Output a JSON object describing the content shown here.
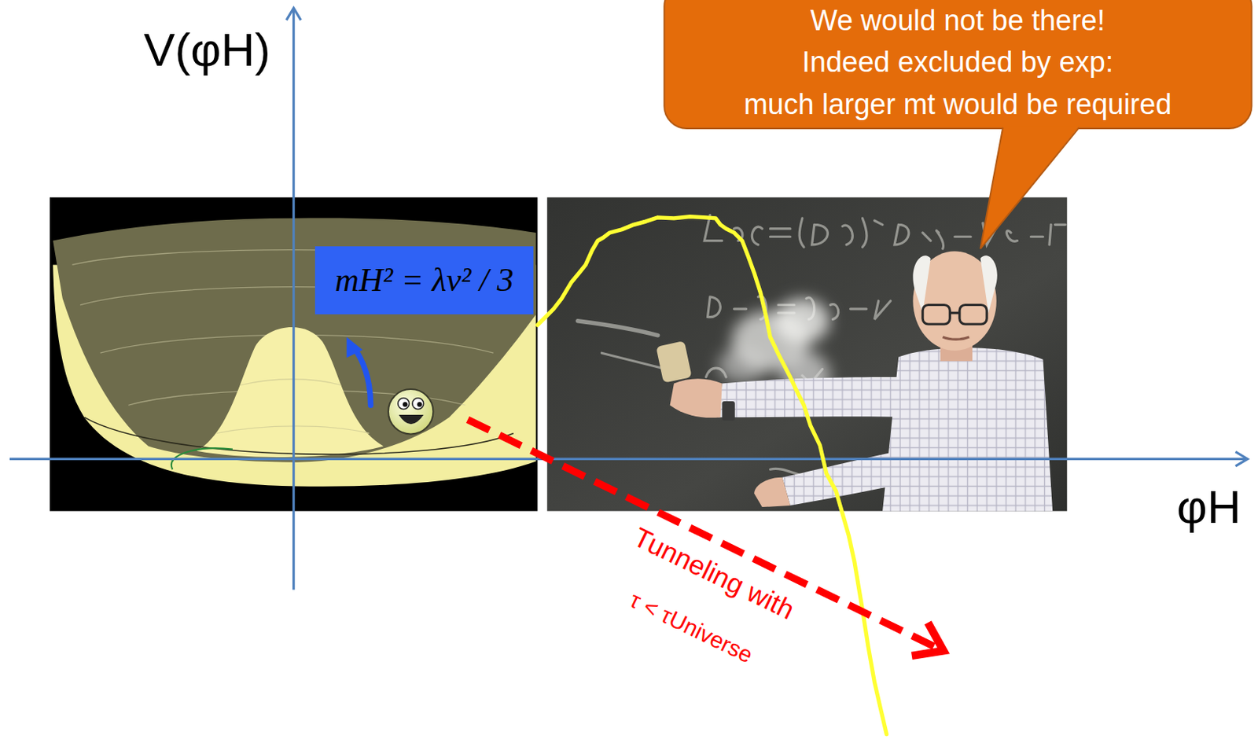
{
  "diagram": {
    "nodes": [
      {
        "text": [
          "We would not be there!",
          "Indeed excluded by exp:",
          "much larger mt would be required"
        ]
      },
      {
        "text": [
          "mH² = λv² / 3"
        ]
      }
    ],
    "labels": [
      "V(φH)",
      "φH",
      "Tunneling with",
      "τ < τUniverse"
    ]
  }
}
